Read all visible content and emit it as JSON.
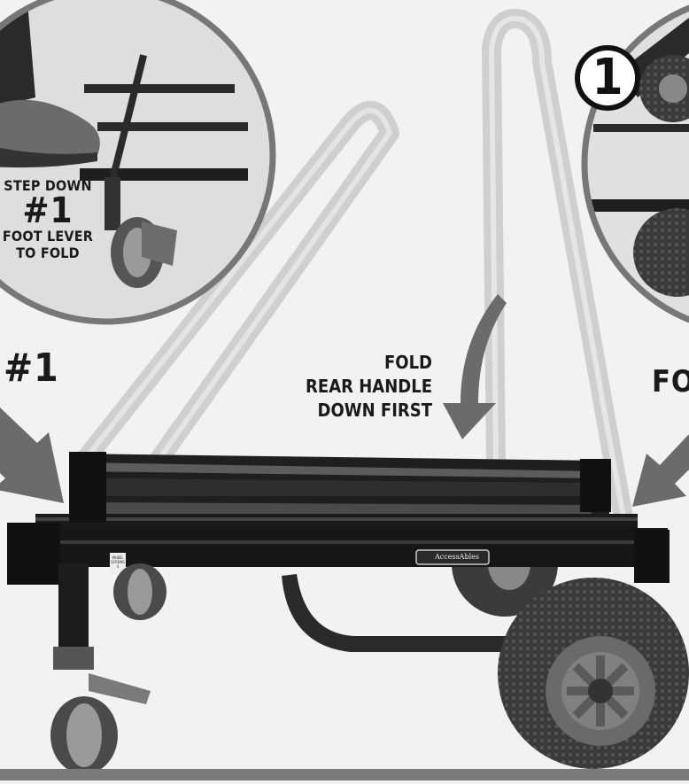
{
  "left_inset": {
    "caption_line1": "STEP DOWN",
    "caption_line2": "#1",
    "caption_line3": "FOOT LEVER",
    "caption_line4": "TO FOLD"
  },
  "left_step_label": "#1",
  "center_instruction": {
    "line1": "FOLD",
    "line2": "REAR HANDLE",
    "line3": "DOWN FIRST"
  },
  "right_inset": {
    "step_number": "1"
  },
  "right_partial_label": "FOO",
  "brand_plate": "AccessAbles",
  "caster_sticker": "WHEEL SCREWS 4",
  "colors": {
    "arrow": "#6b6b6b",
    "frame": "#202020",
    "handle_ghost": "#c9c9c9",
    "background": "#f2f2f2"
  }
}
